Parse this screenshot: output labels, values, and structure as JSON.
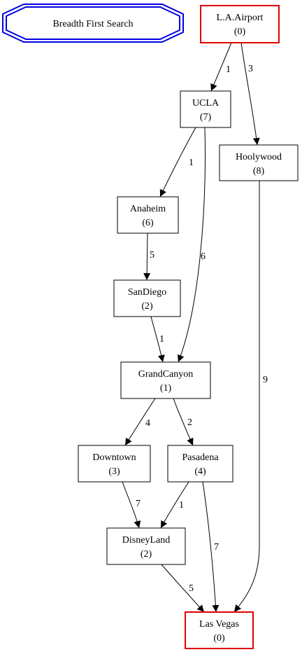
{
  "title": "Breadth First Search",
  "colors": {
    "highlight": "#e00000",
    "title_border": "#0000e0",
    "normal": "#000000"
  },
  "nodes": [
    {
      "id": "la_airport",
      "name": "L.A.Airport",
      "value": "(0)",
      "highlight": true
    },
    {
      "id": "ucla",
      "name": "UCLA",
      "value": "(7)",
      "highlight": false
    },
    {
      "id": "hoolywood",
      "name": "Hoolywood",
      "value": "(8)",
      "highlight": false
    },
    {
      "id": "anaheim",
      "name": "Anaheim",
      "value": "(6)",
      "highlight": false
    },
    {
      "id": "sandiego",
      "name": "SanDiego",
      "value": "(2)",
      "highlight": false
    },
    {
      "id": "grandcanyon",
      "name": "GrandCanyon",
      "value": "(1)",
      "highlight": false
    },
    {
      "id": "downtown",
      "name": "Downtown",
      "value": "(3)",
      "highlight": false
    },
    {
      "id": "pasadena",
      "name": "Pasadena",
      "value": "(4)",
      "highlight": false
    },
    {
      "id": "disneyland",
      "name": "DisneyLand",
      "value": "(2)",
      "highlight": false
    },
    {
      "id": "lasvegas",
      "name": "Las Vegas",
      "value": "(0)",
      "highlight": true
    }
  ],
  "edges": [
    {
      "from": "la_airport",
      "to": "ucla",
      "weight": "1"
    },
    {
      "from": "la_airport",
      "to": "hoolywood",
      "weight": "3"
    },
    {
      "from": "ucla",
      "to": "anaheim",
      "weight": "1"
    },
    {
      "from": "ucla",
      "to": "grandcanyon",
      "weight": "6"
    },
    {
      "from": "hoolywood",
      "to": "lasvegas",
      "weight": "9"
    },
    {
      "from": "anaheim",
      "to": "sandiego",
      "weight": "5"
    },
    {
      "from": "sandiego",
      "to": "grandcanyon",
      "weight": "1"
    },
    {
      "from": "grandcanyon",
      "to": "downtown",
      "weight": "4"
    },
    {
      "from": "grandcanyon",
      "to": "pasadena",
      "weight": "2"
    },
    {
      "from": "downtown",
      "to": "disneyland",
      "weight": "7"
    },
    {
      "from": "pasadena",
      "to": "disneyland",
      "weight": "1"
    },
    {
      "from": "pasadena",
      "to": "lasvegas",
      "weight": "7"
    },
    {
      "from": "disneyland",
      "to": "lasvegas",
      "weight": "5"
    }
  ]
}
